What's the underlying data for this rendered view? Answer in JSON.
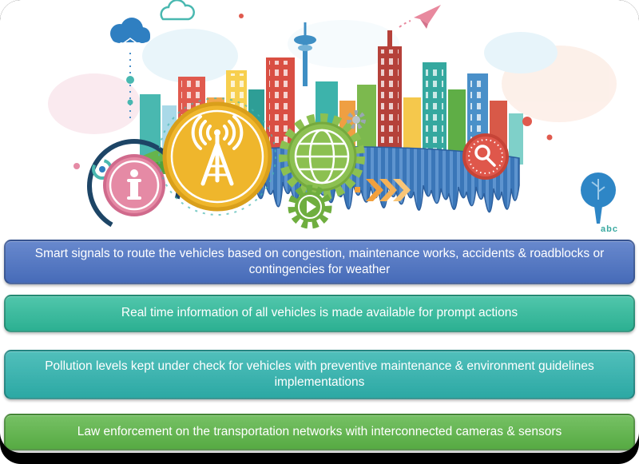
{
  "banners": [
    {
      "text": "Smart signals to route the vehicles based on congestion, maintenance works, accidents & roadblocks or contingencies for weather",
      "bg": "#4b72c4"
    },
    {
      "text": "Real time information of all vehicles is made available for prompt actions",
      "bg": "#2fbb9b"
    },
    {
      "text": "Pollution levels kept under check for vehicles with preventive maintenance & environment guidelines implementations",
      "bg": "#2fb3ae"
    },
    {
      "text": "Law enforcement on the transportation networks with interconnected cameras & sensors",
      "bg": "#5cb547"
    }
  ],
  "illustration": {
    "watermark": "abc",
    "icons": [
      "cloud-network",
      "broadcast-tower",
      "globe-gear",
      "play-gear",
      "info-badge",
      "search-magnifier",
      "fast-forward-arrows",
      "paper-plane",
      "city-tree",
      "small-gear",
      "small-cloud"
    ],
    "palette": {
      "stripe_blue_dark": "#3a76b8",
      "stripe_blue_light": "#5e94cf",
      "hill_green": "#66b44c",
      "circle_yellow": "#efb62c",
      "circle_pink": "#e58aa5",
      "gear_green": "#8cc051",
      "magnifier_red": "#df574b"
    }
  }
}
